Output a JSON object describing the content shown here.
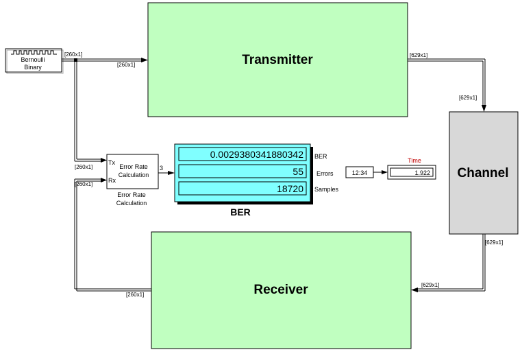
{
  "blocks": {
    "bernoulli": {
      "label_line1": "Bernoulli",
      "label_line2": "Binary"
    },
    "transmitter": {
      "label": "Transmitter"
    },
    "receiver": {
      "label": "Receiver"
    },
    "channel": {
      "label": "Channel"
    },
    "error_rate": {
      "inner_line1": "Error Rate",
      "inner_line2": "Calculation",
      "tx_port": "Tx",
      "rx_port": "Rx",
      "caption_line1": "Error Rate",
      "caption_line2": "Calculation",
      "output_width": "3"
    },
    "ber_display": {
      "title": "BER",
      "rows": [
        {
          "value": "0.0029380341880342",
          "label": "BER"
        },
        {
          "value": "55",
          "label": "Errors"
        },
        {
          "value": "18720",
          "label": "Samples"
        }
      ]
    },
    "clock": {
      "label": "12:34"
    },
    "time_display": {
      "title": "Time",
      "value": "1.922"
    }
  },
  "signals": {
    "bernoulli_out": "[260x1]",
    "tx_in": "[260x1]",
    "tx_out": "[629x1]",
    "channel_in": "[629x1]",
    "channel_out": "[629x1]",
    "rx_in": "[629x1]",
    "rx_out": "[260x1]",
    "err_tx": "[260x1]",
    "err_rx": "[260x1]"
  },
  "colors": {
    "subsystem_fill": "#c0ffc0",
    "channel_fill": "#d8d8d8",
    "display_fill": "#80ffff",
    "time_title": "#c00000",
    "line": "#000000"
  }
}
